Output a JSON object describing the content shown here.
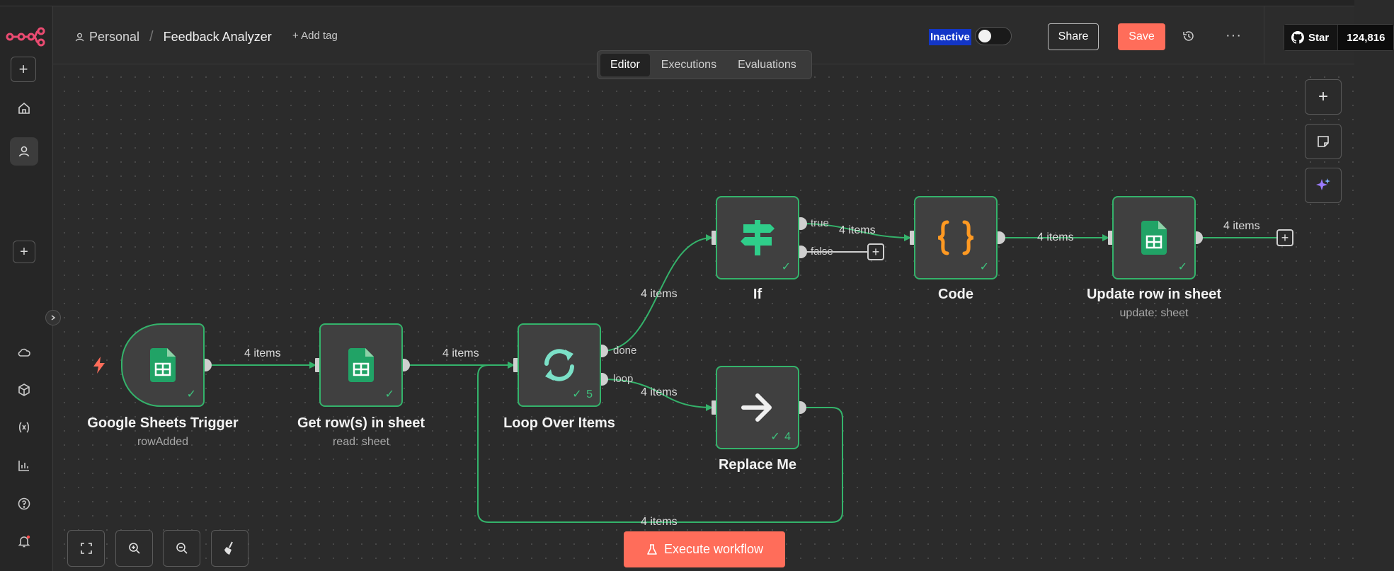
{
  "header": {
    "project": "Personal",
    "workflow_name": "Feedback Analyzer",
    "add_tag": "+ Add tag",
    "status": "Inactive",
    "share": "Share",
    "save": "Save",
    "more": "···",
    "github_star": "Star",
    "github_count": "124,816"
  },
  "tabs": [
    "Editor",
    "Executions",
    "Evaluations"
  ],
  "nodes": {
    "trigger": {
      "label": "Google Sheets Trigger",
      "sub": "rowAdded"
    },
    "get_rows": {
      "label": "Get row(s) in sheet",
      "sub": "read: sheet"
    },
    "loop": {
      "label": "Loop Over Items",
      "count": "5"
    },
    "if": {
      "label": "If"
    },
    "code": {
      "label": "Code"
    },
    "update": {
      "label": "Update row in sheet",
      "sub": "update: sheet"
    },
    "replace": {
      "label": "Replace Me",
      "count": "4"
    }
  },
  "ports": {
    "done": "done",
    "loop": "loop",
    "true": "true",
    "false": "false"
  },
  "edges": {
    "e1": "4 items",
    "e2": "4 items",
    "e3": "4 items",
    "e4": "4 items",
    "e5": "4 items",
    "e6": "4 items",
    "e7": "4 items",
    "e8": "4 items"
  },
  "execute_button": "Execute workflow",
  "colors": {
    "accent": "#ff6d5a",
    "success": "#34b36b",
    "sheets_green": "#21a366",
    "code_orange": "#ff9922",
    "loop_teal": "#7be0c7"
  }
}
